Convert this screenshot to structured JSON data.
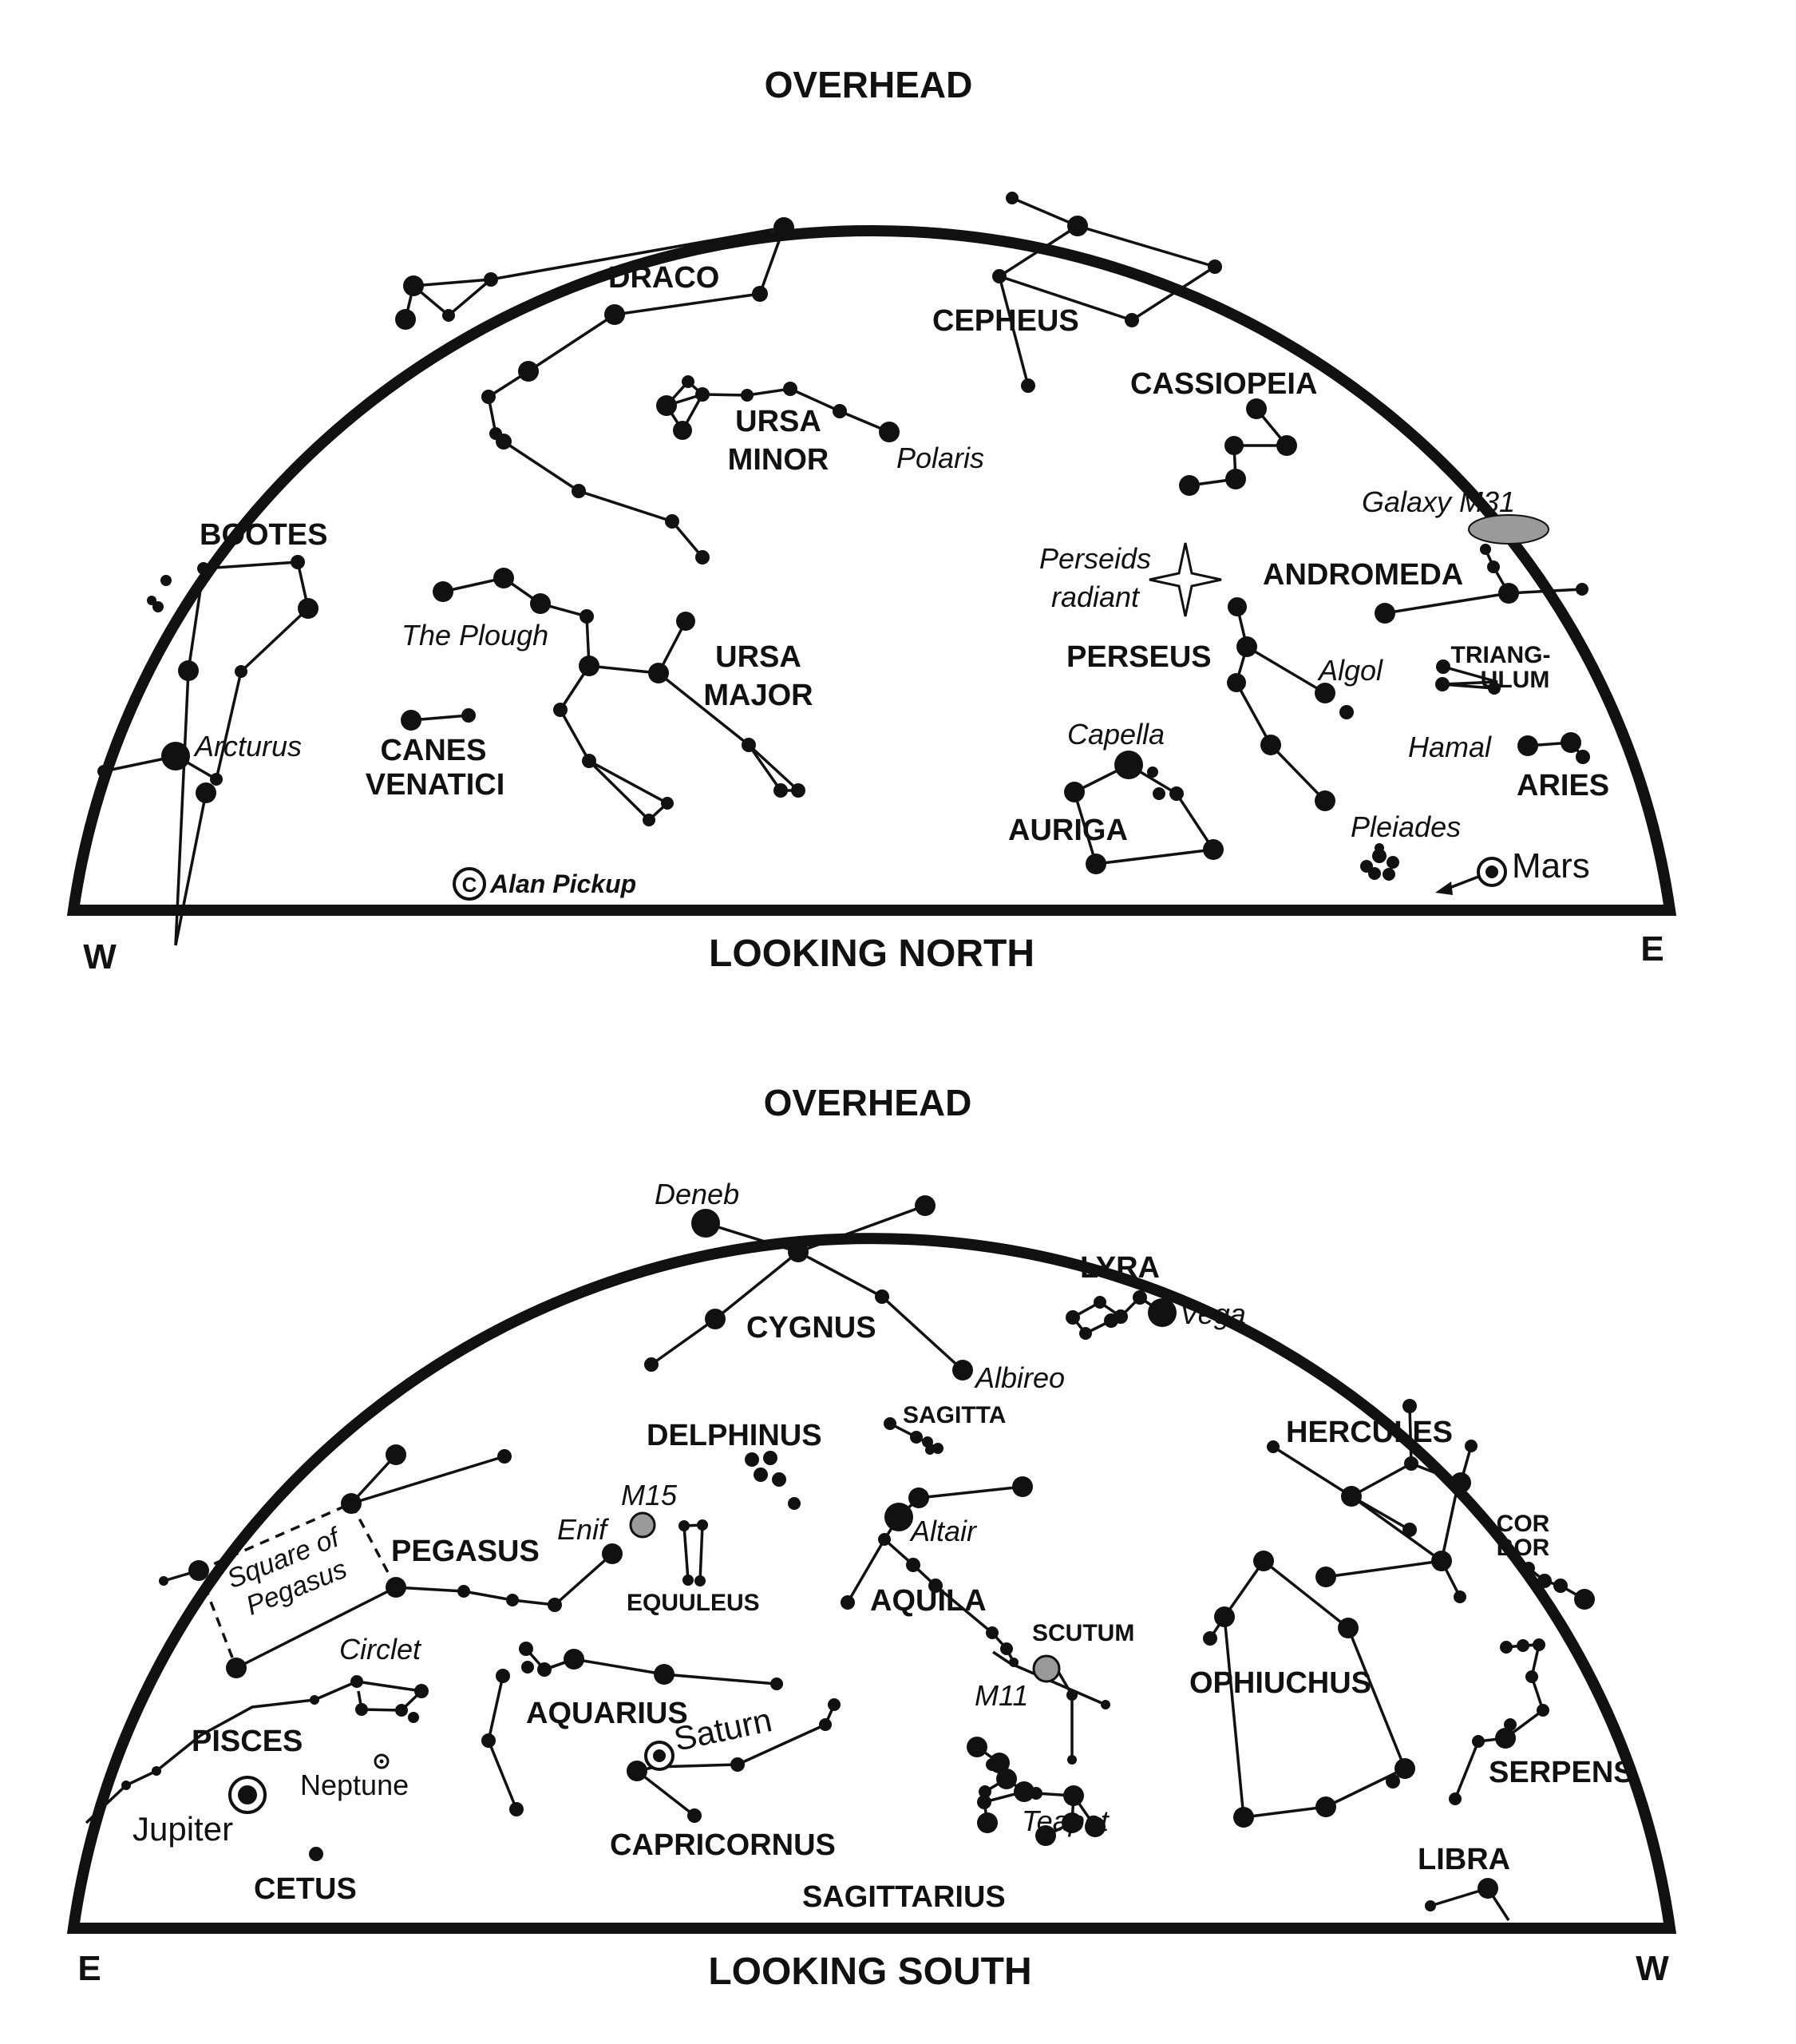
{
  "north_chart": {
    "top_label": "OVERHEAD",
    "bottom_label": "LOOKING NORTH",
    "left_direction": "W",
    "right_direction": "E",
    "credit": "Alan Pickup",
    "constellations": [
      "DRACO",
      "CEPHEUS",
      "CASSIOPEIA",
      "URSA MINOR",
      "BOOTES",
      "ANDROMEDA",
      "URSA MAJOR",
      "PERSEUS",
      "TRIANG-ULUM",
      "CANES VENATICI",
      "ARIES",
      "AURIGA"
    ],
    "star_names": [
      "Polaris",
      "Galaxy M31",
      "Perseids radiant",
      "The Plough",
      "Algol",
      "Arcturus",
      "Capella",
      "Hamal",
      "Pleiades"
    ],
    "planets": [
      "Mars"
    ]
  },
  "south_chart": {
    "top_label": "OVERHEAD",
    "bottom_label": "LOOKING SOUTH",
    "left_direction": "E",
    "right_direction": "W",
    "constellations": [
      "LYRA",
      "CYGNUS",
      "SAGITTA",
      "DELPHINUS",
      "HERCULES",
      "PEGASUS",
      "EQUULEUS",
      "AQUILA",
      "COR BOR",
      "SCUTUM",
      "OPHIUCHUS",
      "AQUARIUS",
      "PISCES",
      "SERPENS",
      "CAPRICORNUS",
      "CETUS",
      "LIBRA",
      "SAGITTARIUS"
    ],
    "star_names": [
      "Deneb",
      "Vega",
      "Albireo",
      "M15",
      "Enif",
      "Altair",
      "Square of Pegasus",
      "M11",
      "Circlet",
      "Teapot"
    ],
    "planets": [
      "Saturn",
      "Neptune",
      "Jupiter"
    ]
  },
  "colors": {
    "ink": "#111111",
    "background": "#ffffff",
    "nebula_fill": "#9a9a9a"
  }
}
